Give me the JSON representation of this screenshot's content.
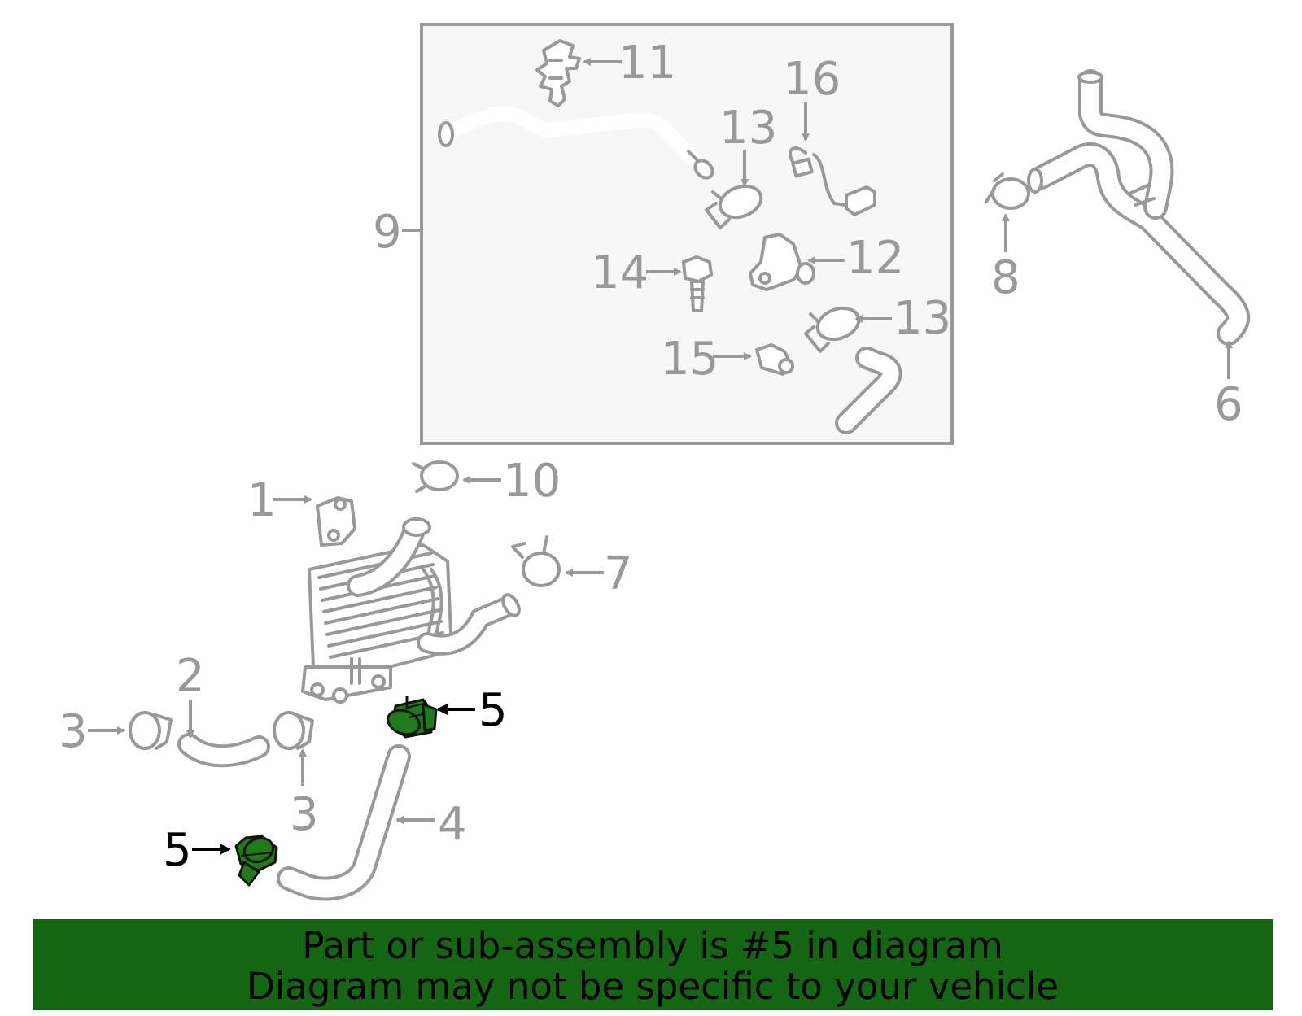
{
  "callouts": {
    "c1": "1",
    "c2": "2",
    "c3a": "3",
    "c3b": "3",
    "c4": "4",
    "c5a": "5",
    "c5b": "5",
    "c6": "6",
    "c7": "7",
    "c8": "8",
    "c9": "9",
    "c10": "10",
    "c11": "11",
    "c12": "12",
    "c13a": "13",
    "c13b": "13",
    "c14": "14",
    "c15": "15",
    "c16": "16"
  },
  "highlight": {
    "part_number": "5",
    "color": "#1f7a17"
  },
  "banner": {
    "line1": "Part or sub-assembly is #5 in diagram",
    "line2": "Diagram may not be specific to your vehicle",
    "color": "#146612"
  },
  "colors": {
    "inset_background": "#f7f7f7",
    "part_stroke": "#999999"
  }
}
